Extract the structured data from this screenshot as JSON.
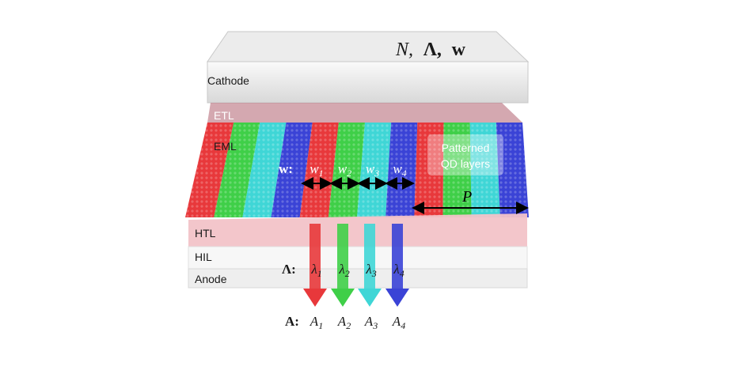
{
  "layers": {
    "cathode": "Cathode",
    "etl": "ETL",
    "eml": "EML",
    "htl": "HTL",
    "hil": "HIL",
    "anode": "Anode"
  },
  "params": {
    "n": "N,",
    "lambda": "Λ,",
    "w": "w"
  },
  "annotations": {
    "w_prefix": "w:",
    "lambda_prefix": "Λ:",
    "a_prefix": "A:",
    "patterned_line1": "Patterned",
    "patterned_line2": "QD layers",
    "period": "P"
  },
  "widths": [
    {
      "base": "w",
      "sub": "1"
    },
    {
      "base": "w",
      "sub": "2"
    },
    {
      "base": "w",
      "sub": "3"
    },
    {
      "base": "w",
      "sub": "4"
    }
  ],
  "wavelengths": [
    {
      "base": "λ",
      "sub": "1"
    },
    {
      "base": "λ",
      "sub": "2"
    },
    {
      "base": "λ",
      "sub": "3"
    },
    {
      "base": "λ",
      "sub": "4"
    }
  ],
  "amplitudes": [
    {
      "base": "A",
      "sub": "1"
    },
    {
      "base": "A",
      "sub": "2"
    },
    {
      "base": "A",
      "sub": "3"
    },
    {
      "base": "A",
      "sub": "4"
    }
  ],
  "colors": {
    "red": "#e8383b",
    "green": "#3fcf48",
    "cyan": "#3fd6d6",
    "blue": "#3a43d6"
  }
}
